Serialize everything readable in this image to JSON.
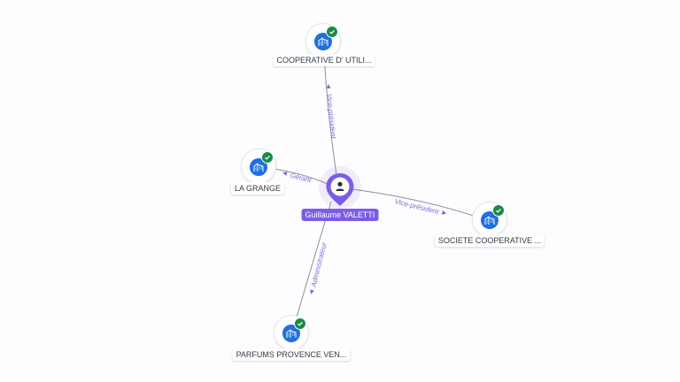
{
  "person": {
    "name": "Guillaume VALETTI",
    "icon": "person-icon",
    "color": "#7c5ce6"
  },
  "companies": [
    {
      "name": "COOPERATIVE D' UTILI...",
      "icon": "building-icon",
      "badge": "verified-check-icon"
    },
    {
      "name": "LA GRANGE",
      "icon": "building-icon",
      "badge": "verified-check-icon"
    },
    {
      "name": "SOCIETE COOPERATIVE ...",
      "icon": "building-icon",
      "badge": "verified-check-icon"
    },
    {
      "name": "PARFUMS PROVENCE VEN...",
      "icon": "building-icon",
      "badge": "verified-check-icon"
    }
  ],
  "relations": [
    {
      "label": "Vice-président"
    },
    {
      "label": "Gérant"
    },
    {
      "label": "Vice-président"
    },
    {
      "label": "Administrateur"
    }
  ],
  "colors": {
    "building": "#1e6fe0",
    "verified": "#1a8a4a",
    "relation_label": "#7b6fd0"
  }
}
